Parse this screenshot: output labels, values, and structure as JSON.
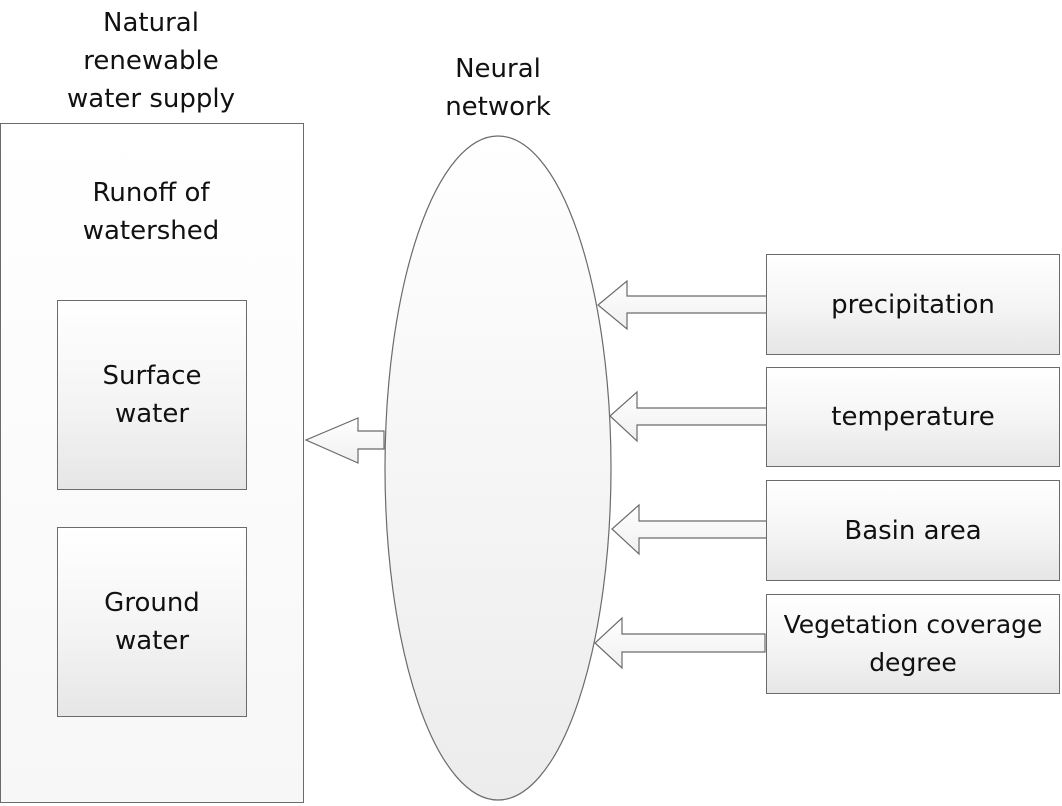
{
  "supply": {
    "title_lines": [
      "Natural",
      "renewable",
      "water supply"
    ],
    "runoff_lines": [
      "Runoff of",
      "watershed"
    ],
    "surface_lines": [
      "Surface",
      "water"
    ],
    "ground_lines": [
      "Ground",
      "water"
    ]
  },
  "network": {
    "title_lines": [
      "Neural",
      "network"
    ]
  },
  "inputs": [
    {
      "lines": [
        "precipitation"
      ]
    },
    {
      "lines": [
        "temperature"
      ]
    },
    {
      "lines": [
        "Basin area"
      ]
    },
    {
      "lines": [
        "Vegetation coverage",
        "degree"
      ]
    }
  ],
  "colors": {
    "stroke": "#6b6b6b",
    "fill": "#f4f4f4",
    "text": "#111111"
  }
}
